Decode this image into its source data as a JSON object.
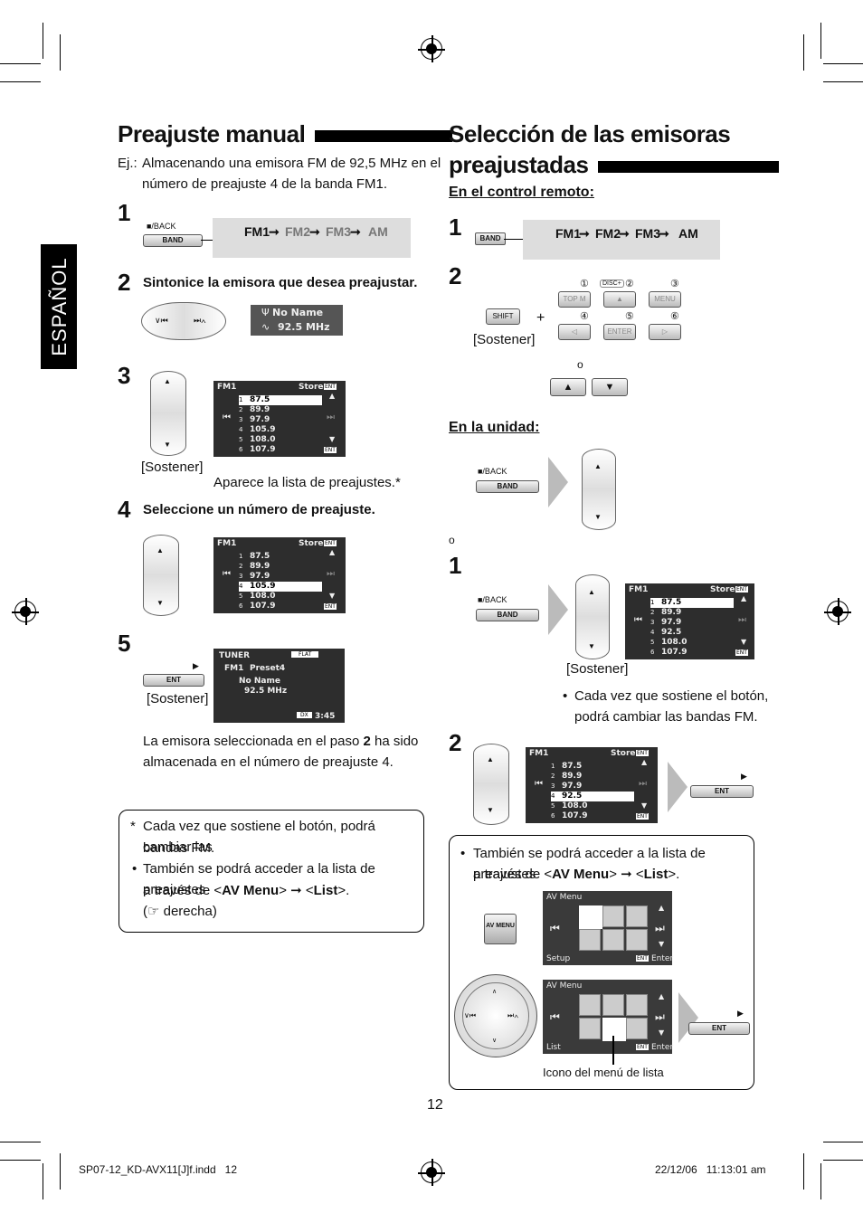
{
  "sidebar": {
    "label": "ESPAÑOL"
  },
  "left": {
    "title": "Preajuste manual",
    "example": "Ej.:",
    "example_text_1": "Almacenando una emisora FM de 92,5 MHz en el",
    "example_text_2": "número de preajuste 4 de la banda FM1.",
    "step1": {
      "num": "1",
      "back_label": "■/BACK",
      "band_label": "BAND",
      "bands": [
        "FM1",
        "FM2",
        "FM3",
        "AM"
      ]
    },
    "step2": {
      "num": "2",
      "text": "Sintonice la emisora que desea preajustar.",
      "display_name": "No Name",
      "display_freq": "92.5 MHz"
    },
    "step3": {
      "num": "3",
      "hold": "[Sostener]",
      "caption": "Aparece la lista de preajustes.*",
      "lcd": {
        "band": "FM1",
        "store": "Store",
        "ent": "ENT",
        "rows": [
          "87.5",
          "89.9",
          "97.9",
          "105.9",
          "108.0",
          "107.9"
        ],
        "selected": 0
      }
    },
    "step4": {
      "num": "4",
      "text": "Seleccione un número de preajuste.",
      "lcd": {
        "band": "FM1",
        "store": "Store",
        "ent": "ENT",
        "rows": [
          "87.5",
          "89.9",
          "97.9",
          "105.9",
          "108.0",
          "107.9"
        ],
        "selected": 3
      }
    },
    "step5": {
      "num": "5",
      "ent_label": "ENT",
      "hold": "[Sostener]",
      "lcd": {
        "tuner": "TUNER",
        "flat": "FLAT",
        "band": "FM1",
        "preset": "Preset4",
        "name": "No Name",
        "freq": "92.5 MHz",
        "dx": "DX",
        "time": "3:45"
      }
    },
    "result_1a": "La emisora seleccionada en el paso",
    "result_num": "2",
    "result_1b": "ha sido",
    "result_2": "almacenada en el número de preajuste 4.",
    "note": {
      "star": "*",
      "line1": "Cada vez que sostiene el botón, podrá cambiar las",
      "line2": "bandas FM.",
      "bullet": "•",
      "line3": "También se podrá acceder a la lista de preajustes",
      "line4a": "a través de <",
      "av_menu": "AV Menu",
      "line4b": "> ➞ <",
      "list": "List",
      "line4c": ">.",
      "line5": "(☞ derecha)"
    }
  },
  "right": {
    "title_1": "Selección de las emisoras",
    "title_2": "preajustadas",
    "remote_heading": "En el control remoto:",
    "r1": {
      "num": "1",
      "band_label": "BAND",
      "bands": [
        "FM1",
        "FM2",
        "FM3",
        "AM"
      ]
    },
    "r2": {
      "num": "2",
      "shift": "SHIFT",
      "plus": "+",
      "hold": "[Sostener]",
      "keys": [
        {
          "n": "①",
          "label": "TOP M"
        },
        {
          "n": "②",
          "label": "▲"
        },
        {
          "n": "③",
          "label": "MENU"
        },
        {
          "n": "④",
          "label": "◁"
        },
        {
          "n": "⑤",
          "label": "ENTER"
        },
        {
          "n": "⑥",
          "label": "▷"
        }
      ],
      "disc": "DISC+",
      "or": "o"
    },
    "unit_heading": "En la unidad:",
    "u_back": "■/BACK",
    "u_band": "BAND",
    "or": "o",
    "u1": {
      "num": "1",
      "hold": "[Sostener]",
      "lcd": {
        "band": "FM1",
        "store": "Store",
        "ent": "ENT",
        "rows": [
          "87.5",
          "89.9",
          "97.9",
          "92.5",
          "108.0",
          "107.9"
        ],
        "selected": 0
      },
      "bullet": "•",
      "note_1": "Cada vez que sostiene el botón,",
      "note_2": "podrá cambiar las bandas FM."
    },
    "u2": {
      "num": "2",
      "ent_label": "ENT",
      "lcd": {
        "band": "FM1",
        "store": "Store",
        "ent": "ENT",
        "rows": [
          "87.5",
          "89.9",
          "97.9",
          "92.5",
          "108.0",
          "107.9"
        ],
        "selected": 3
      }
    },
    "box": {
      "bullet": "•",
      "line1": "También se podrá acceder a la lista de preajustes",
      "line2a": "a través de <",
      "av_menu": "AV Menu",
      "line2b": "> ➞ <",
      "list": "List",
      "line2c": ">.",
      "av_btn": "AV MENU",
      "menu1": {
        "title": "AV Menu",
        "footer": "Setup",
        "enter": "Enter",
        "ent": "ENT"
      },
      "menu2": {
        "title": "AV Menu",
        "footer": "List",
        "enter": "Enter",
        "ent": "ENT"
      },
      "ent_label": "ENT",
      "caption": "Icono del menú de lista"
    }
  },
  "page_number": "12",
  "footer": {
    "file": "SP07-12_KD-AVX11[J]f.indd   12",
    "date": "22/12/06   11:13:01 am"
  }
}
